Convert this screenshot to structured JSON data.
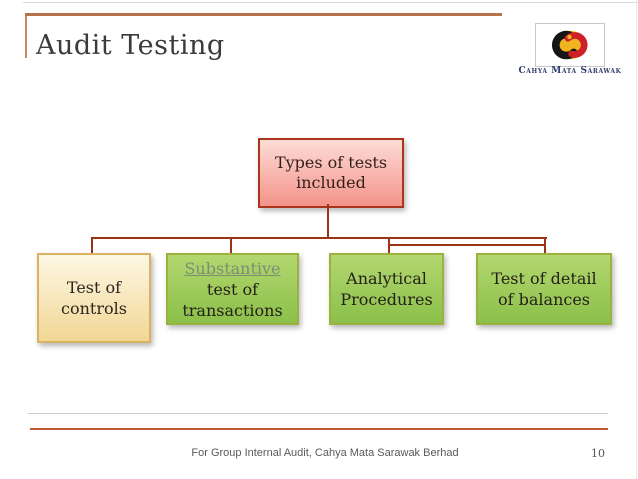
{
  "slide": {
    "title": "Audit Testing",
    "footer_text": "For Group Internal Audit, Cahya Mata Sarawak Berhad",
    "page_number": "10"
  },
  "logo": {
    "caption": "Cahya Mata Sarawak",
    "colors": {
      "black": "#151515",
      "red": "#ce2127",
      "yellow": "#f0b41f",
      "caption_navy": "#2c3a6b"
    }
  },
  "diagram": {
    "type": "hierarchy",
    "root": {
      "lines": [
        "Types of tests",
        "included"
      ],
      "fill_top": "#fcdcd6",
      "fill_bottom": "#f4938a",
      "border": "#a8351c"
    },
    "children": [
      {
        "lines": [
          "Test of",
          "controls"
        ],
        "style": "yellow",
        "fill_top": "#fdf7e3",
        "fill_bottom": "#f2d795",
        "border": "#d9b264"
      },
      {
        "link": "Substantive",
        "lines": [
          "test of",
          "transactions"
        ],
        "style": "green",
        "fill_top": "#b2d76f",
        "fill_bottom": "#8bc04a",
        "border": "#9db13f"
      },
      {
        "lines": [
          "Analytical",
          "Procedures"
        ],
        "style": "green",
        "fill_top": "#b2d76f",
        "fill_bottom": "#8bc04a",
        "border": "#9db13f"
      },
      {
        "lines": [
          "Test of detail",
          "of balances"
        ],
        "style": "green",
        "fill_top": "#b2d76f",
        "fill_bottom": "#8bc04a",
        "border": "#9db13f"
      }
    ],
    "connector_color": "#9c3413",
    "link_color": "#7c8e74"
  },
  "accents": {
    "top_rule": "#b5734b",
    "footer_rule": "#bd5a33",
    "footer_text_color": "#595959",
    "title_color": "#3b3b3b"
  }
}
